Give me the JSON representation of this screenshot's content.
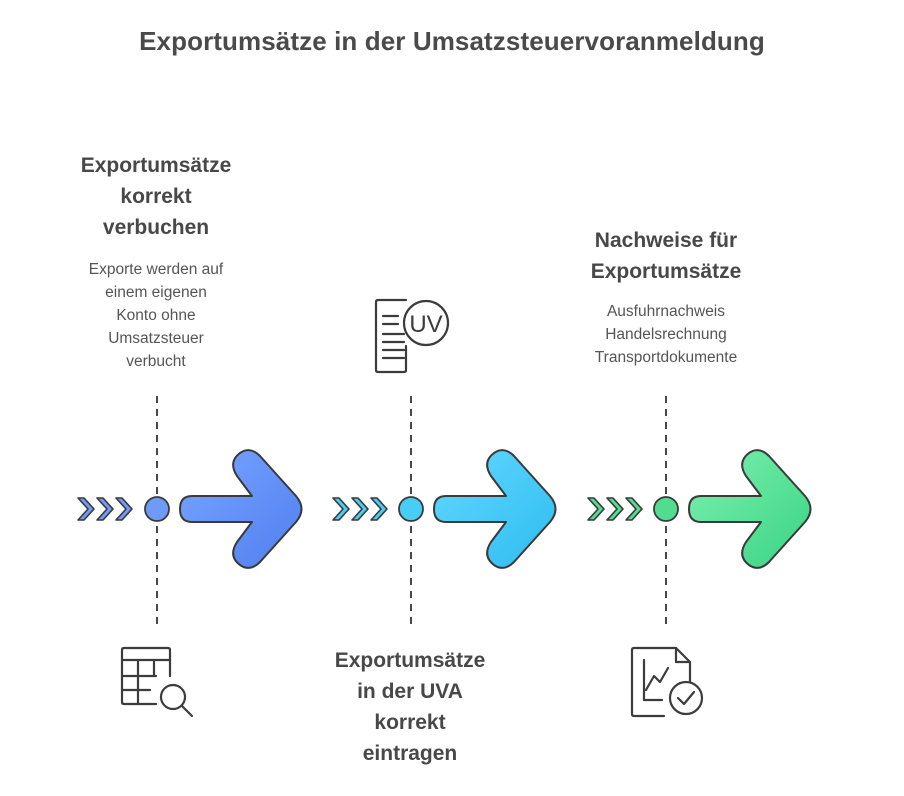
{
  "title": "Exportumsätze in der Umsatzsteuervoranmeldung",
  "steps": [
    {
      "heading": "Exportumsätze\nkorrekt\nverbuchen",
      "description_lines": [
        "Exporte werden auf",
        "einem eigenen",
        "Konto ohne",
        "Umsatzsteuer",
        "verbucht"
      ],
      "icon": "spreadsheet-search-icon",
      "color": "#5b8cf5"
    },
    {
      "heading": "Exportumsätze\nin der UVA\nkorrekt\neintragen",
      "description_lines": [],
      "icon": "document-uv-icon",
      "icon_text": "UV",
      "color": "#3ec8f5"
    },
    {
      "heading": "Nachweise für\nExportumsätze",
      "description_lines": [
        "Ausfuhrnachweis",
        "Handelsrechnung",
        "Transportdokumente"
      ],
      "icon": "document-chart-check-icon",
      "color": "#45d98a"
    }
  ]
}
